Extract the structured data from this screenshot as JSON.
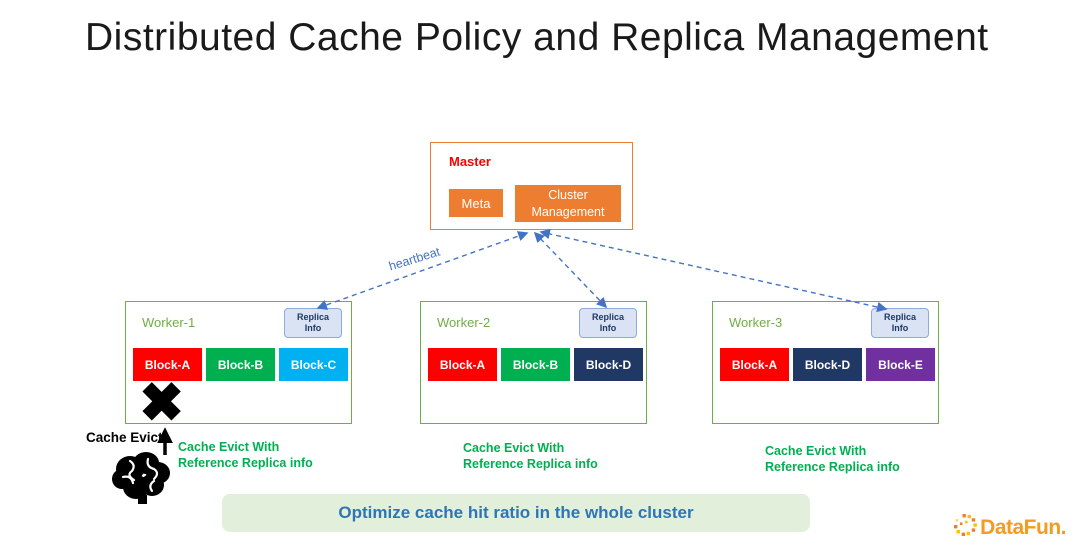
{
  "slide": {
    "title": "Distributed Cache Policy and Replica Management",
    "banner_text": "Optimize cache hit ratio in the whole cluster",
    "logo_text": "DataFun."
  },
  "master": {
    "label": "Master",
    "meta_label": "Meta",
    "cluster_line1": "Cluster",
    "cluster_line2": "Management"
  },
  "heartbeat_label": "heartbeat",
  "cache_evict_label": "Cache Evict",
  "workers": [
    {
      "name": "Worker-1",
      "replica_line1": "Replica",
      "replica_line2": "Info",
      "blocks": [
        {
          "label": "Block-A",
          "color": "#FF0000"
        },
        {
          "label": "Block-B",
          "color": "#00B050"
        },
        {
          "label": "Block-C",
          "color": "#00B0F0"
        }
      ],
      "note_line1": "Cache Evict With",
      "note_line2": "Reference Replica info"
    },
    {
      "name": "Worker-2",
      "replica_line1": "Replica",
      "replica_line2": "Info",
      "blocks": [
        {
          "label": "Block-A",
          "color": "#FF0000"
        },
        {
          "label": "Block-B",
          "color": "#00B050"
        },
        {
          "label": "Block-D",
          "color": "#1F3864"
        }
      ],
      "note_line1": "Cache Evict With",
      "note_line2": "Reference Replica info"
    },
    {
      "name": "Worker-3",
      "replica_line1": "Replica",
      "replica_line2": "Info",
      "blocks": [
        {
          "label": "Block-A",
          "color": "#FF0000"
        },
        {
          "label": "Block-D",
          "color": "#1F3864"
        },
        {
          "label": "Block-E",
          "color": "#7030A0"
        }
      ],
      "note_line1": "Cache Evict With",
      "note_line2": "Reference Replica info"
    }
  ],
  "colors": {
    "master_accent": "#ED7D31",
    "master_label_red": "#FF0000",
    "worker_accent": "#70AD47",
    "replica_badge_bg": "#DAE3F3",
    "replica_badge_border": "#8FAADC",
    "note_green": "#00B050",
    "arrow_blue": "#4472C4",
    "banner_bg": "#E2EFDA",
    "banner_text_blue": "#2E75B6",
    "logo_orange": "#F59B21"
  }
}
